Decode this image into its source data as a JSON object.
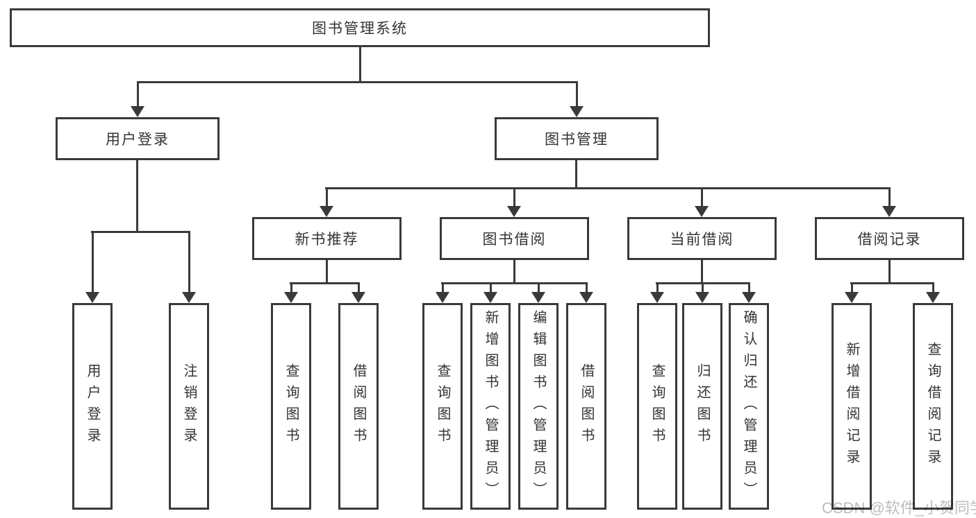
{
  "diagram": {
    "root": "图书管理系统",
    "branches": {
      "user_login": "用户登录",
      "book_management": "图书管理"
    },
    "modules": {
      "new_book": "新书推荐",
      "book_borrow": "图书借阅",
      "current_borrow": "当前借阅",
      "borrow_record": "借阅记录"
    },
    "leaves": {
      "user_login": [
        "用户登录",
        "注销登录"
      ],
      "new_book": [
        "查询图书",
        "借阅图书"
      ],
      "book_borrow": [
        "查询图书",
        "新增图书（管理员）",
        "编辑图书（管理员）",
        "借阅图书"
      ],
      "current_borrow": [
        "查询图书",
        "归还图书",
        "确认归还（管理员）"
      ],
      "borrow_record": [
        "新增借阅记录",
        "查询借阅记录"
      ]
    }
  },
  "watermark": "CSDN @软件_小贺同学",
  "colors": {
    "line": "#3a3a3a",
    "text": "#333333",
    "watermark": "#bdbdbd",
    "background": "#ffffff"
  }
}
